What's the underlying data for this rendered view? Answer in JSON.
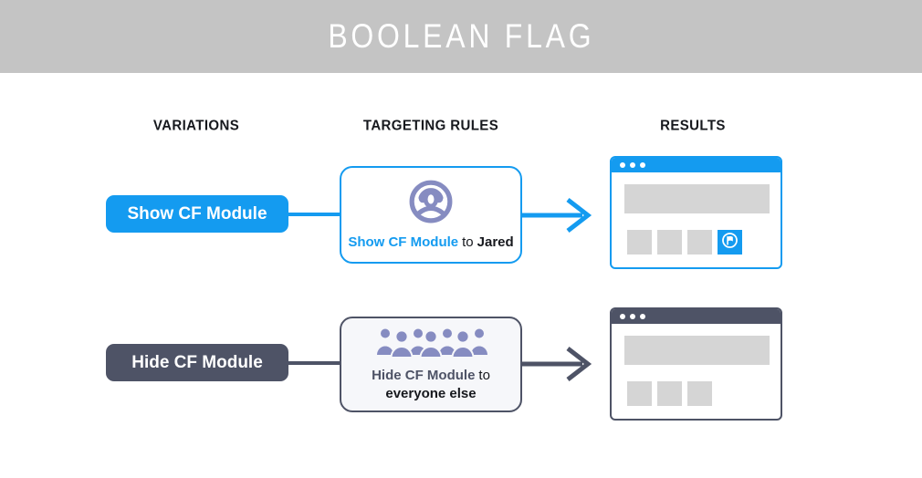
{
  "header": {
    "title": "BOOLEAN FLAG",
    "background": "#C4C4C4",
    "text_color": "#FFFFFF"
  },
  "columns": {
    "variations": "VARIATIONS",
    "targeting_rules": "TARGETING RULES",
    "results": "RESULTS"
  },
  "colors": {
    "accent_blue": "#149BF0",
    "dark_slate": "#4E5366",
    "icon_purple": "#868CC1",
    "placeholder_gray": "#D5D5D5"
  },
  "rows": [
    {
      "variation_label": "Show CF Module",
      "rule": {
        "icon": "single-user-icon",
        "flag_text": "Show CF Module",
        "connector_text": "to",
        "audience_text": "Jared"
      },
      "result": {
        "window": "browser-window",
        "gray_placeholders": 3,
        "flag_module_visible": true
      }
    },
    {
      "variation_label": "Hide CF Module",
      "rule": {
        "icon": "crowd-icon",
        "flag_text": "Hide CF Module",
        "connector_text": "to",
        "audience_text": "everyone else"
      },
      "result": {
        "window": "browser-window",
        "gray_placeholders": 3,
        "flag_module_visible": false
      }
    }
  ]
}
